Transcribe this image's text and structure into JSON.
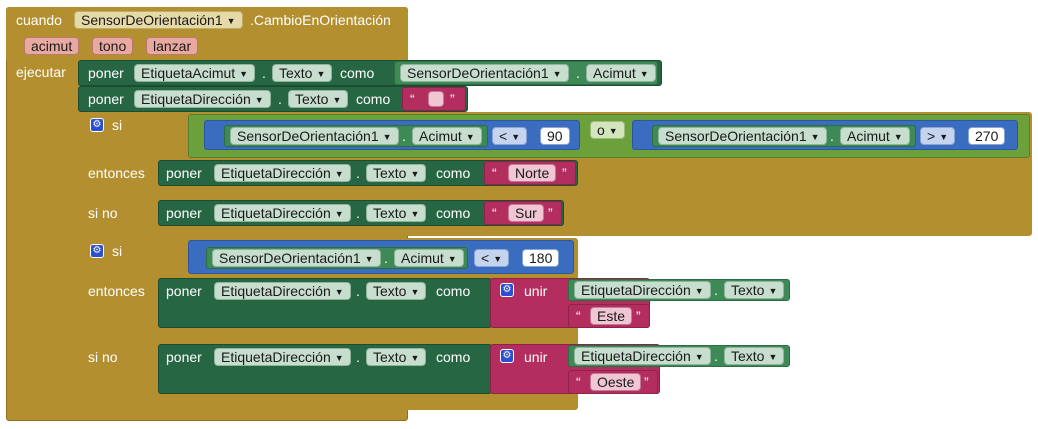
{
  "event": {
    "when": "cuando",
    "component": "SensorDeOrientación1",
    "event_name": ".CambioEnOrientación",
    "params": [
      "acimut",
      "tono",
      "lanzar"
    ],
    "do": "ejecutar"
  },
  "keywords": {
    "set": "poner",
    "dot": ".",
    "to": "como",
    "if": "si",
    "then": "entonces",
    "else": "si no",
    "or": "o",
    "join": "unir",
    "open_quote": "“",
    "close_quote": "”"
  },
  "stmt1": {
    "target": "EtiquetaAcimut",
    "prop": "Texto",
    "value_component": "SensorDeOrientación1",
    "value_prop": "Acimut"
  },
  "stmt2": {
    "target": "EtiquetaDirección",
    "prop": "Texto",
    "value_text": ""
  },
  "if1": {
    "left": {
      "component": "SensorDeOrientación1",
      "prop": "Acimut",
      "op": "<",
      "num": "90"
    },
    "right": {
      "component": "SensorDeOrientación1",
      "prop": "Acimut",
      "op": ">",
      "num": "270"
    },
    "then": {
      "target": "EtiquetaDirección",
      "prop": "Texto",
      "text": "Norte"
    },
    "else": {
      "target": "EtiquetaDirección",
      "prop": "Texto",
      "text": "Sur"
    }
  },
  "if2": {
    "cond": {
      "component": "SensorDeOrientación1",
      "prop": "Acimut",
      "op": "<",
      "num": "180"
    },
    "then": {
      "target": "EtiquetaDirección",
      "prop": "Texto",
      "join_component": "EtiquetaDirección",
      "join_prop": "Texto",
      "text": "Este"
    },
    "else": {
      "target": "EtiquetaDirección",
      "prop": "Texto",
      "join_component": "EtiquetaDirección",
      "join_prop": "Texto",
      "text": "Oeste"
    }
  },
  "colors": {
    "event": "#b38f2f",
    "setter": "#266643",
    "component": "#3d8a57",
    "math": "#3a6cc0",
    "logic": "#6ca03a",
    "text": "#b32d5e"
  },
  "icons": [
    "gear-icon",
    "dropdown-arrow-icon"
  ]
}
